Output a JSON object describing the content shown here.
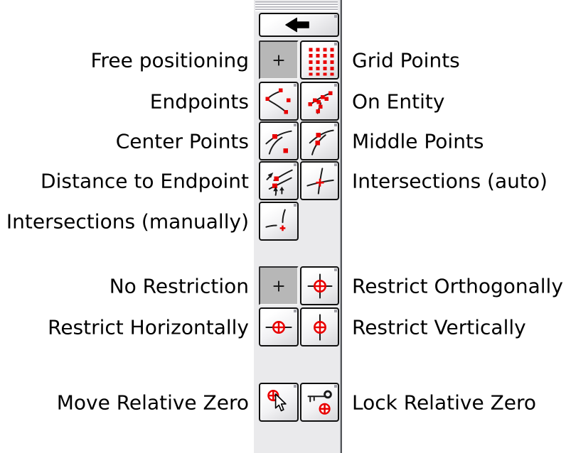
{
  "colors": {
    "accent_red": "#e80000",
    "toolbar_bg": "#eaeaec",
    "active_button_bg": "#b7b7b7",
    "button_border": "#101010",
    "separator_dark": "#54565a",
    "label_text": "#000000"
  },
  "toolbar": {
    "handle_icon": "drag-handle-icon",
    "back_button": {
      "icon": "back-arrow-icon"
    },
    "rows": [
      {
        "left_label": "Free positioning",
        "left_icon": "free-positioning-icon",
        "left_active": true,
        "right_label": "Grid Points",
        "right_icon": "grid-points-icon",
        "right_active": false
      },
      {
        "left_label": "Endpoints",
        "left_icon": "endpoints-icon",
        "left_active": false,
        "right_label": "On Entity",
        "right_icon": "on-entity-icon",
        "right_active": false
      },
      {
        "left_label": "Center Points",
        "left_icon": "center-points-icon",
        "left_active": false,
        "right_label": "Middle Points",
        "right_icon": "middle-points-icon",
        "right_active": false
      },
      {
        "left_label": "Distance to Endpoint",
        "left_icon": "distance-to-endpoint-icon",
        "left_active": false,
        "right_label": "Intersections (auto)",
        "right_icon": "intersections-auto-icon",
        "right_active": false
      },
      {
        "left_label": "Intersections (manually)",
        "left_icon": "intersections-manually-icon",
        "left_active": false,
        "right_label": null,
        "right_icon": null,
        "right_active": false
      },
      {
        "left_label": "No Restriction",
        "left_icon": "no-restriction-icon",
        "left_active": true,
        "right_label": "Restrict Orthogonally",
        "right_icon": "restrict-orthogonally-icon",
        "right_active": false
      },
      {
        "left_label": "Restrict Horizontally",
        "left_icon": "restrict-horizontally-icon",
        "left_active": false,
        "right_label": "Restrict Vertically",
        "right_icon": "restrict-vertically-icon",
        "right_active": false
      },
      {
        "left_label": "Move Relative Zero",
        "left_icon": "move-relative-zero-icon",
        "left_active": false,
        "right_label": "Lock Relative Zero",
        "right_icon": "lock-relative-zero-icon",
        "right_active": false
      }
    ]
  }
}
